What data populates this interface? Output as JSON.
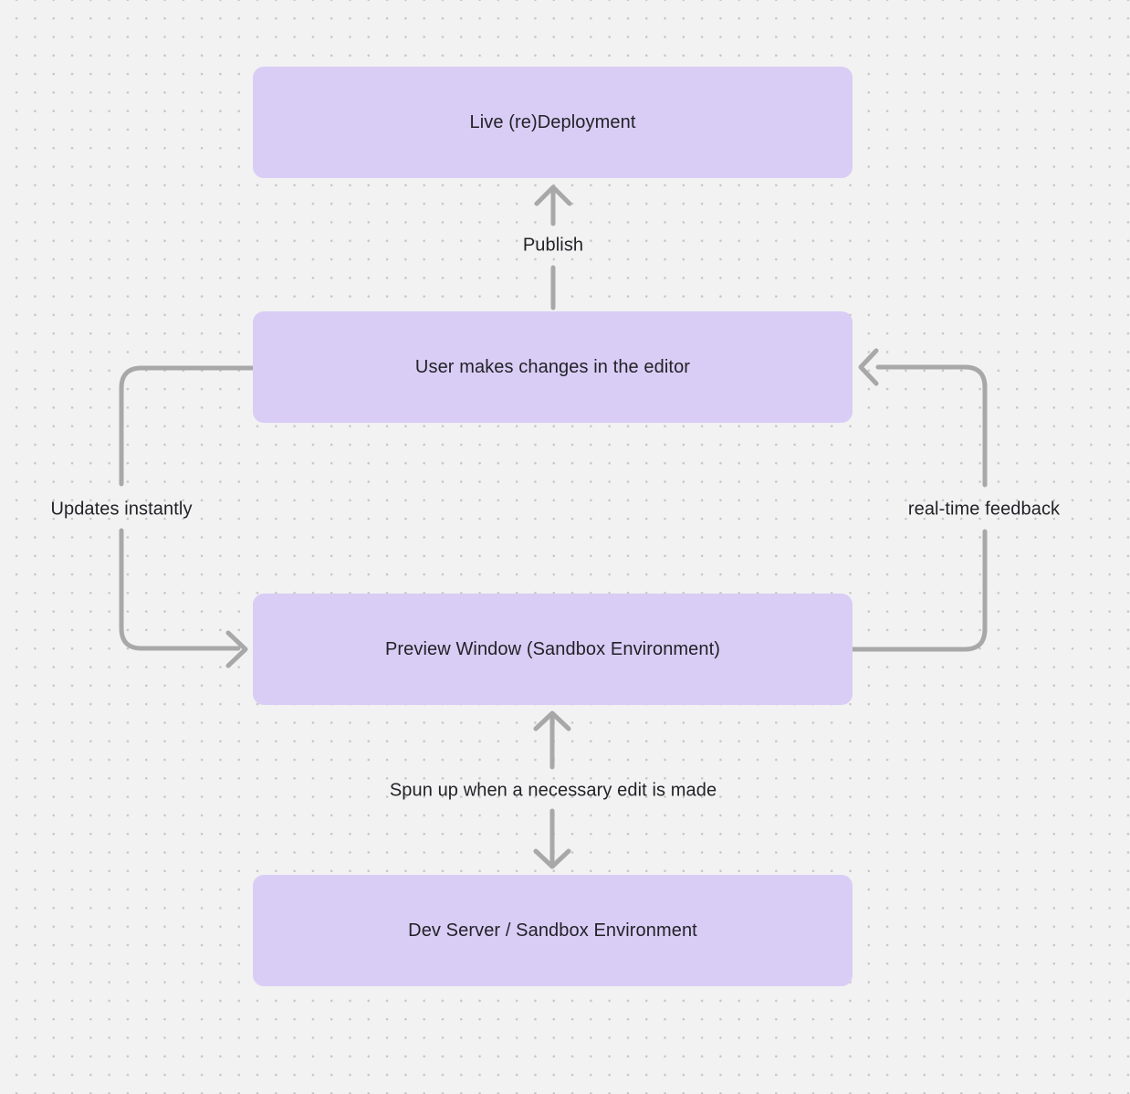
{
  "canvas": {
    "background_color": "#f2f2f2",
    "dot_color": "#c6c6c6",
    "node_fill_color": "#d9cdf5",
    "arrow_color": "#a8a8a8",
    "text_color": "#222228"
  },
  "nodes": [
    {
      "id": "live-redeployment",
      "label": "Live (re)Deployment"
    },
    {
      "id": "editor-changes",
      "label": "User makes changes in the editor"
    },
    {
      "id": "preview-window",
      "label": "Preview Window (Sandbox Environment)"
    },
    {
      "id": "dev-server",
      "label": "Dev Server / Sandbox Environment"
    }
  ],
  "edges": [
    {
      "id": "publish",
      "label": "Publish",
      "from": "editor-changes",
      "to": "live-redeployment",
      "direction": "up"
    },
    {
      "id": "updates-instantly",
      "label": "Updates instantly",
      "from": "editor-changes",
      "to": "preview-window",
      "direction": "left-loop"
    },
    {
      "id": "realtime-feedback",
      "label": "real-time feedback",
      "from": "preview-window",
      "to": "editor-changes",
      "direction": "right-loop"
    },
    {
      "id": "spun-up",
      "label": "Spun up when a necessary edit is made",
      "from": "dev-server",
      "to": "preview-window",
      "direction": "bidirectional-vertical"
    }
  ]
}
